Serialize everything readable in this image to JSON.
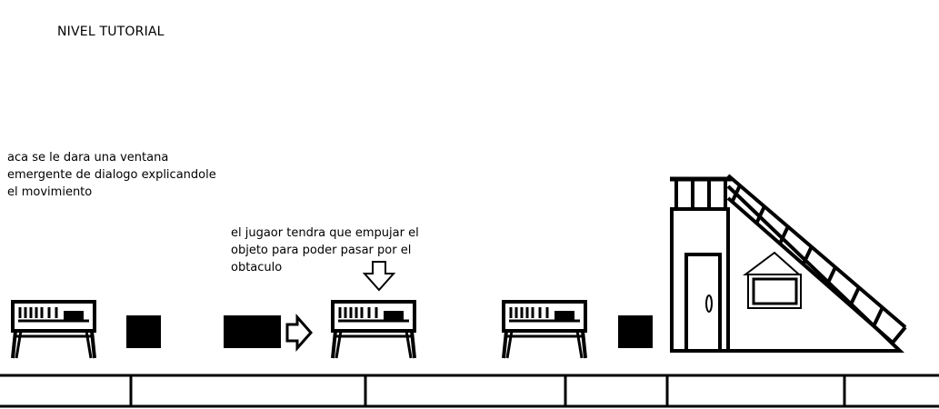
{
  "title": "NIVEL TUTORIAL",
  "notes": {
    "dialog": "aca se le dara una ventana emergente de dialogo explicandole el movimiento",
    "push": "el jugaor tendra que empujar el objeto para poder pasar por el obtaculo"
  },
  "colors": {
    "ink": "#000000",
    "paper": "#ffffff"
  },
  "icons": [
    "table-obstacle-icon",
    "block-icon",
    "push-arrow-icon",
    "down-arrow-icon",
    "house-icon",
    "ladder-icon",
    "door-icon"
  ]
}
